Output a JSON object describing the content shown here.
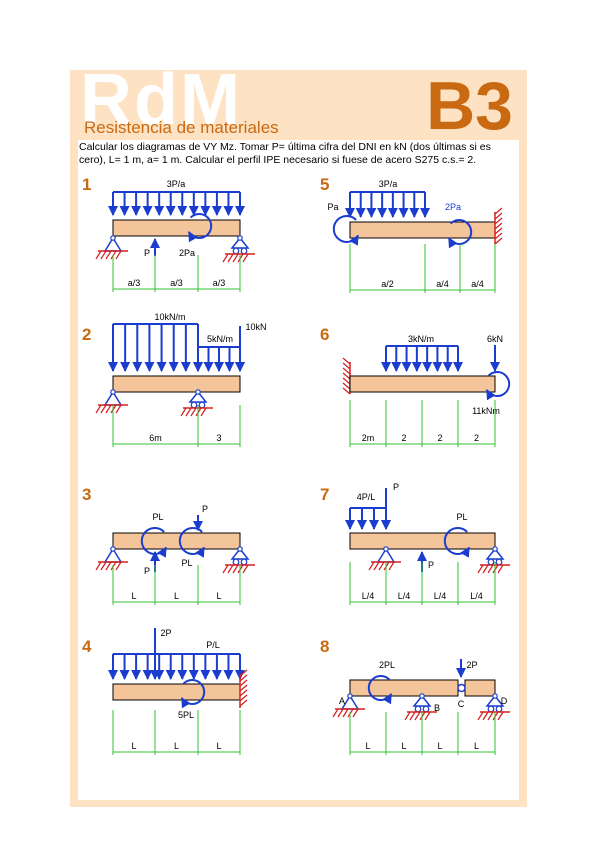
{
  "header": {
    "watermark": "RdM",
    "subtitle": "Resistencia de materiales",
    "code": "B3"
  },
  "statement": "Calcular los diagramas de VY Mz. Tomar P= última cifra del DNI en kN (dos últimas si es cero), L= 1 m, a= 1 m. Calcular el perfil IPE necesario si fuese de acero S275 c.s.= 2.",
  "colors": {
    "frame": "#fde2c3",
    "beam": "#f4c49a",
    "load": "#1a3ccf",
    "dimension": "#33c233",
    "support_hatch": "#d42020",
    "number": "#c96a12"
  },
  "problems": [
    {
      "number": "1",
      "loads": [
        "3P/a",
        "P",
        "2Pa"
      ],
      "spans": [
        "a/3",
        "a/3",
        "a/3"
      ]
    },
    {
      "number": "2",
      "loads": [
        "10kN/m",
        "5kN/m",
        "10kN"
      ],
      "spans": [
        "6m",
        "3"
      ]
    },
    {
      "number": "3",
      "loads": [
        "PL",
        "P",
        "P",
        "PL"
      ],
      "spans": [
        "L",
        "L",
        "L"
      ]
    },
    {
      "number": "4",
      "loads": [
        "2P",
        "P/L",
        "5PL"
      ],
      "spans": [
        "L",
        "L",
        "L"
      ]
    },
    {
      "number": "5",
      "loads": [
        "3P/a",
        "Pa",
        "2Pa"
      ],
      "spans": [
        "a/2",
        "a/4",
        "a/4"
      ]
    },
    {
      "number": "6",
      "loads": [
        "3kN/m",
        "6kN",
        "11kNm"
      ],
      "spans": [
        "2m",
        "2",
        "2",
        "2"
      ]
    },
    {
      "number": "7",
      "loads": [
        "4P/L",
        "P",
        "PL",
        "P"
      ],
      "spans": [
        "L/4",
        "L/4",
        "L/4",
        "L/4"
      ]
    },
    {
      "number": "8",
      "loads": [
        "2PL",
        "2P"
      ],
      "points": [
        "A",
        "B",
        "C",
        "D"
      ],
      "spans": [
        "L",
        "L",
        "L",
        "L"
      ]
    }
  ]
}
